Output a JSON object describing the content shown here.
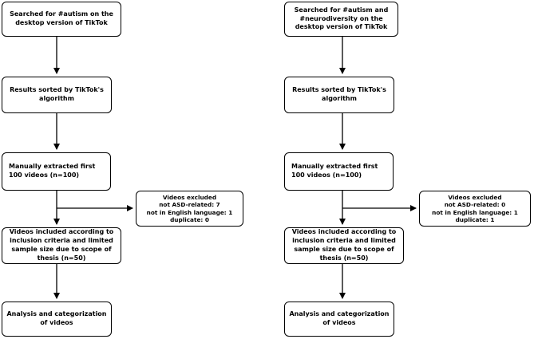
{
  "colors": {
    "stroke": "#000000",
    "background": "#ffffff",
    "text": "#000000"
  },
  "flows": [
    {
      "steps": [
        "Searched for #autism on the desktop version of TikTok",
        "Results sorted by TikTok's algorithm",
        "Manually extracted first 100 videos (n=100)",
        "Videos included according to inclusion criteria and limited sample size due to scope of thesis (n=50)",
        "Analysis and categorization of videos"
      ],
      "excluded": {
        "title": "Videos excluded",
        "reasons": [
          "not ASD-related: 7",
          "not in English language: 1",
          "duplicate: 0"
        ]
      }
    },
    {
      "steps": [
        "Searched for #autism and #neurodiversity on the desktop version of TikTok",
        "Results sorted by TikTok's algorithm",
        "Manually extracted first 100 videos (n=100)",
        "Videos included according to inclusion criteria and limited sample size due to scope of thesis (n=50)",
        "Analysis and categorization of videos"
      ],
      "excluded": {
        "title": "Videos excluded",
        "reasons": [
          "not ASD-related: 0",
          "not in English language: 1",
          "duplicate: 1"
        ]
      }
    }
  ]
}
